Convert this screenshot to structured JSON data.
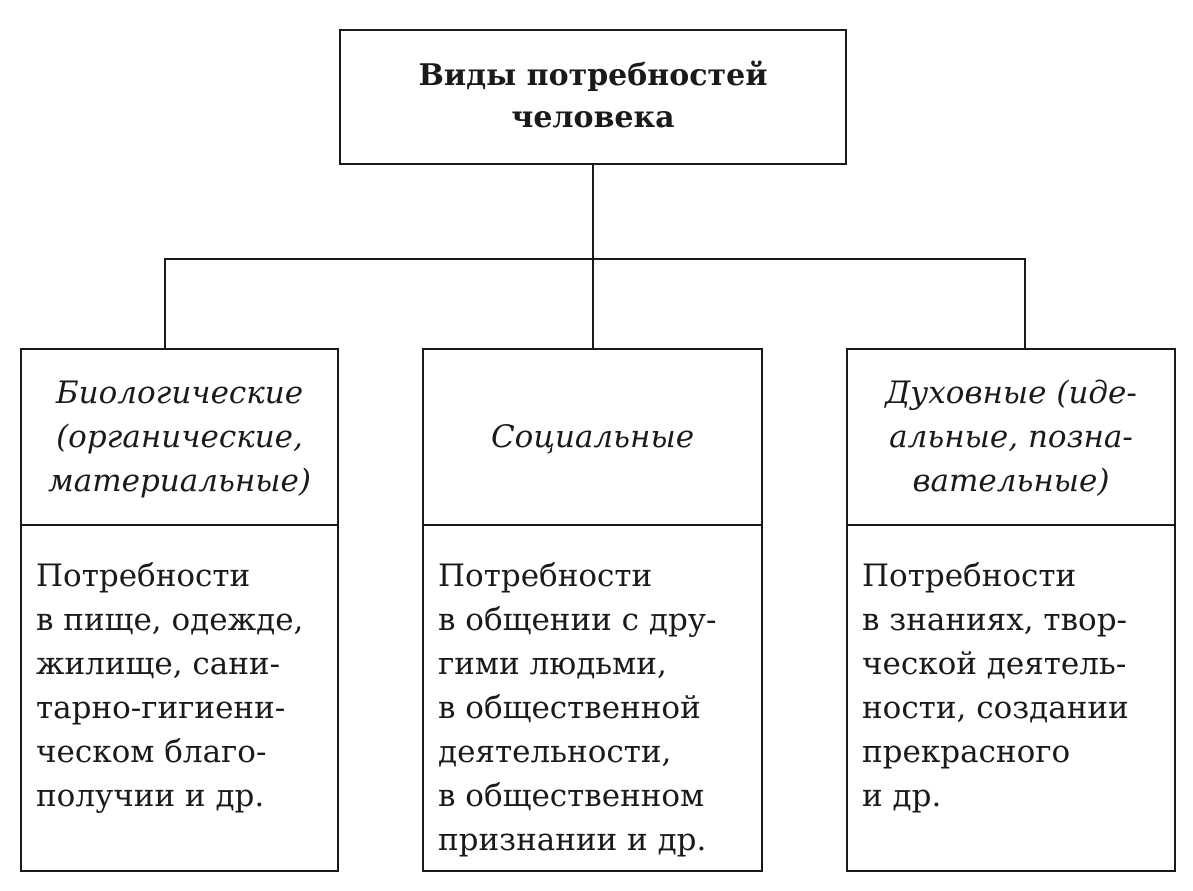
{
  "root": {
    "title": "Виды потребностей\nчеловека"
  },
  "branches": [
    {
      "title": "Биологические\n(органические,\nматериальные)",
      "description": "Потребности\nв пище, одежде,\nжилище, сани-\nтарно-гигиени-\nческом благо-\nполучии и др."
    },
    {
      "title": "Социальные",
      "description": "Потребности\nв общении с дру-\nгими людьми,\nв общественной\nдеятельности,\nв общественном\nпризнании и др."
    },
    {
      "title": "Духовные (иде-\nальные, позна-\nвательные)",
      "description": "Потребности\nв знаниях, твор-\nческой деятель-\nности, создании\nпрекрасного\nи др."
    }
  ]
}
